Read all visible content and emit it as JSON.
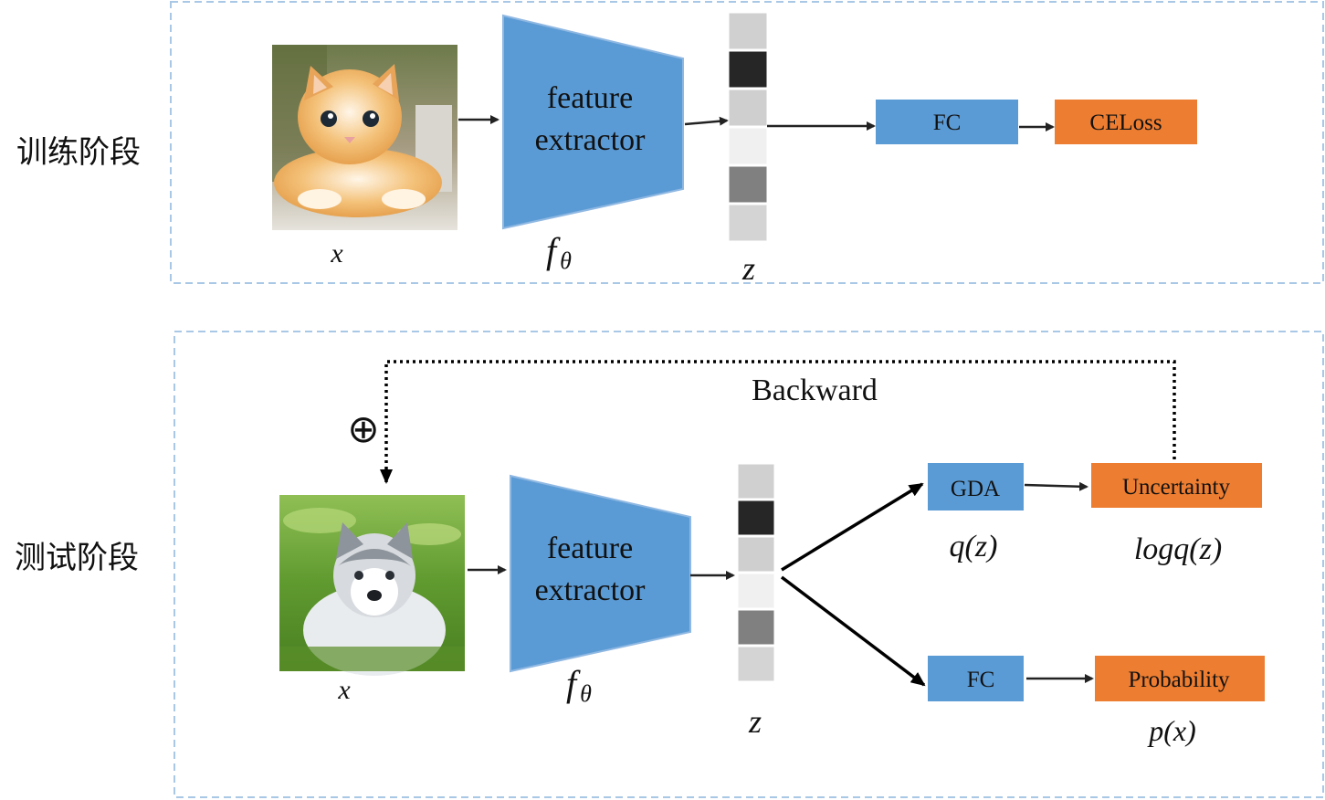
{
  "stages": {
    "train": "训练阶段",
    "test": "测试阶段"
  },
  "extractor_label": [
    "feature",
    "extractor"
  ],
  "math": {
    "x": "x",
    "f": "f",
    "theta": "θ",
    "z": "z",
    "qz": "q(z)",
    "logqz": "logq(z)",
    "px": "p(x)"
  },
  "train": {
    "fc": "FC",
    "loss": "CELoss"
  },
  "test": {
    "gda": "GDA",
    "uncertainty": "Uncertainty",
    "fc": "FC",
    "probability": "Probability",
    "backward": "Backward",
    "oplus": "⊕"
  },
  "feature_vector_shades": [
    "#d0d0d0",
    "#262626",
    "#cfcfcf",
    "#f0f0f0",
    "#808080",
    "#d4d4d4"
  ],
  "images": {
    "train": "kitten photo",
    "test": "husky puppy photo"
  }
}
